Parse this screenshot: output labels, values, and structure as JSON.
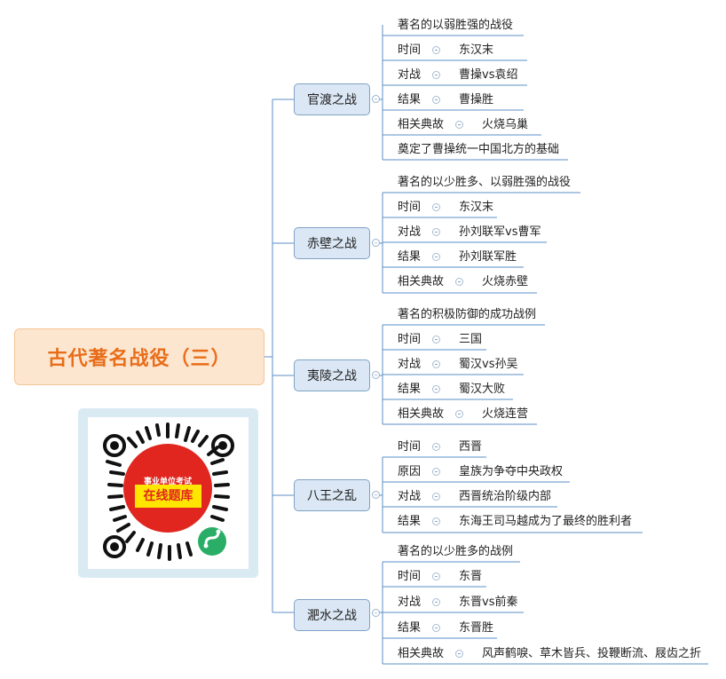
{
  "root": {
    "title": "古代著名战役（三）"
  },
  "branches": [
    {
      "label": "官渡之战",
      "summary": "著名的以弱胜强的战役",
      "rows": [
        {
          "key": "时间",
          "value": "东汉末"
        },
        {
          "key": "对战",
          "value": "曹操vs袁绍"
        },
        {
          "key": "结果",
          "value": "曹操胜"
        },
        {
          "key": "相关典故",
          "value": "火烧乌巢"
        }
      ],
      "footer": "奠定了曹操统一中国北方的基础"
    },
    {
      "label": "赤壁之战",
      "summary": "著名的以少胜多、以弱胜强的战役",
      "rows": [
        {
          "key": "时间",
          "value": "东汉末"
        },
        {
          "key": "对战",
          "value": "孙刘联军vs曹军"
        },
        {
          "key": "结果",
          "value": "孙刘联军胜"
        },
        {
          "key": "相关典故",
          "value": "火烧赤壁"
        }
      ]
    },
    {
      "label": "夷陵之战",
      "summary": "著名的积极防御的成功战例",
      "rows": [
        {
          "key": "时间",
          "value": "三国"
        },
        {
          "key": "对战",
          "value": "蜀汉vs孙吴"
        },
        {
          "key": "结果",
          "value": "蜀汉大败"
        },
        {
          "key": "相关典故",
          "value": "火烧连营"
        }
      ]
    },
    {
      "label": "八王之乱",
      "rows": [
        {
          "key": "时间",
          "value": "西晋"
        },
        {
          "key": "原因",
          "value": "皇族为争夺中央政权"
        },
        {
          "key": "对战",
          "value": "西晋统治阶级内部"
        },
        {
          "key": "结果",
          "value": "东海王司马越成为了最终的胜利者"
        }
      ]
    },
    {
      "label": "淝水之战",
      "summary": "著名的以少胜多的战例",
      "rows": [
        {
          "key": "时间",
          "value": "东晋"
        },
        {
          "key": "对战",
          "value": "东晋vs前秦"
        },
        {
          "key": "结果",
          "value": "东晋胜"
        },
        {
          "key": "相关典故",
          "value": "风声鹤唳、草木皆兵、投鞭断流、屐齿之折"
        }
      ]
    }
  ],
  "qr": {
    "line1": "事业单位考试",
    "line2": "在线题库",
    "icon": "mini-program-icon"
  },
  "colors": {
    "root_fill": "#fde6cf",
    "root_text": "#e86d1a",
    "branch_fill": "#dbe7f4",
    "line": "#5b8fc7",
    "qr_red": "#e0261f",
    "qr_yellow": "#ffe600",
    "qr_green": "#2aae67"
  }
}
